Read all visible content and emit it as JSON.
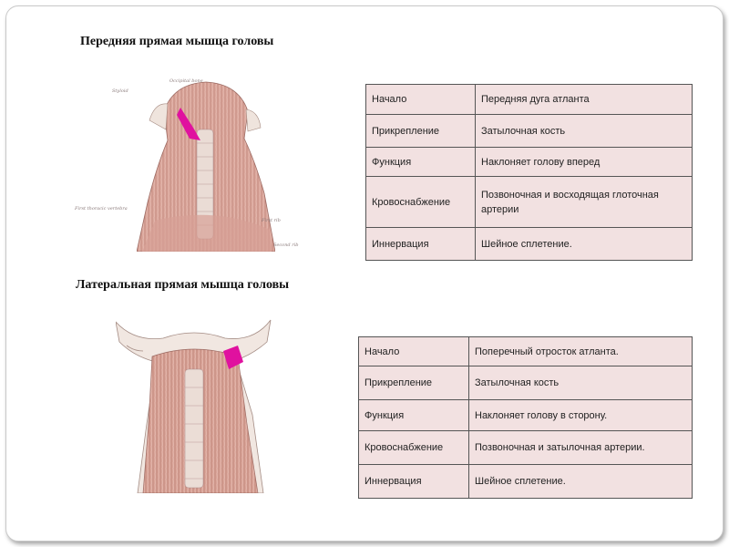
{
  "section1": {
    "title": "Передняя прямая мышца головы",
    "image_labels": [
      "Occipital bone",
      "Styloid",
      "First thoracic vertebra",
      "First rib",
      "Second rib"
    ],
    "rows": [
      {
        "key": "Начало",
        "value": "Передняя дуга атланта"
      },
      {
        "key": "Прикрепление",
        "value": "Затылочная кость"
      },
      {
        "key": "Функция",
        "value": "Наклоняет голову вперед"
      },
      {
        "key": "Кровоснабжение",
        "value": "Позвоночная и  восходящая глоточная артерии"
      },
      {
        "key": "Иннервация",
        "value": "Шейное сплетение."
      }
    ]
  },
  "section2": {
    "title": "Латеральная прямая мышца головы",
    "rows": [
      {
        "key": "Начало",
        "value": "Поперечный отросток атланта."
      },
      {
        "key": "Прикрепление",
        "value": "Затылочная кость"
      },
      {
        "key": "Функция",
        "value": "Наклоняет голову в  сторону."
      },
      {
        "key": "Кровоснабжение",
        "value": "Позвоночная и  затылочная артерии."
      },
      {
        "key": "Иннервация",
        "value": "Шейное сплетение."
      }
    ]
  },
  "colors": {
    "table_bg": "#f2e1e1",
    "muscle": "#d8a49a",
    "highlight": "#e0119f"
  }
}
